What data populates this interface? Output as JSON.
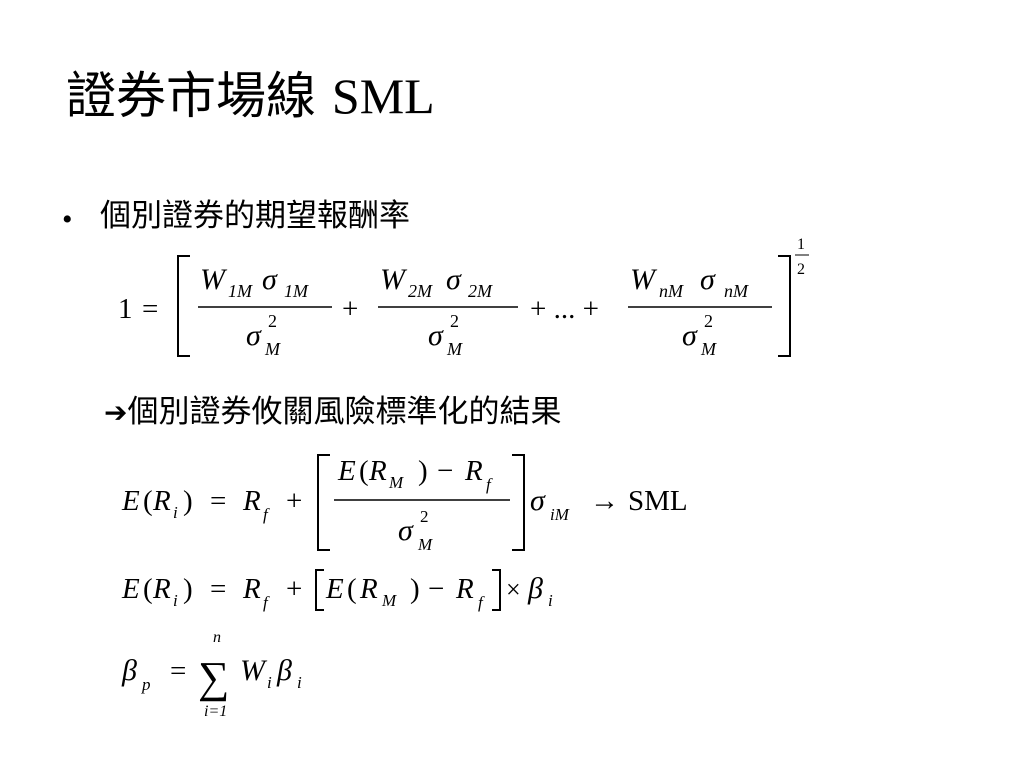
{
  "slide": {
    "title_cjk": "證券市場線 ",
    "title_latin": "SML",
    "bullet_symbol": "•",
    "bullet_text": "個別證券的期望報酬率",
    "arrow_symbol": "➔",
    "arrow_text": "個別證券攸關風險標準化的結果"
  },
  "equations": {
    "eq1": {
      "one": "1",
      "equals": "=",
      "plus": "+",
      "ellipsis": "+ ... +",
      "W": "W",
      "sigma": "σ",
      "M": "M",
      "sub1": "1M",
      "sub2": "2M",
      "subn": "nM",
      "sq": "2",
      "exp_num": "1",
      "exp_den": "2"
    },
    "eq2": {
      "E": "E",
      "lp": "(",
      "rp": ")",
      "R": "R",
      "i": "i",
      "f": "f",
      "M": "M",
      "equals": "=",
      "plus": "+",
      "minus": "−",
      "sigma": "σ",
      "sq": "2",
      "iM": "iM",
      "arrow": "→",
      "sml": "SML"
    },
    "eq3": {
      "times": "×",
      "beta": "β"
    },
    "eq4": {
      "beta": "β",
      "p": "p",
      "sum": "∑",
      "n": "n",
      "i_eq_1": "i=1",
      "W": "W",
      "i": "i",
      "equals": "="
    }
  }
}
